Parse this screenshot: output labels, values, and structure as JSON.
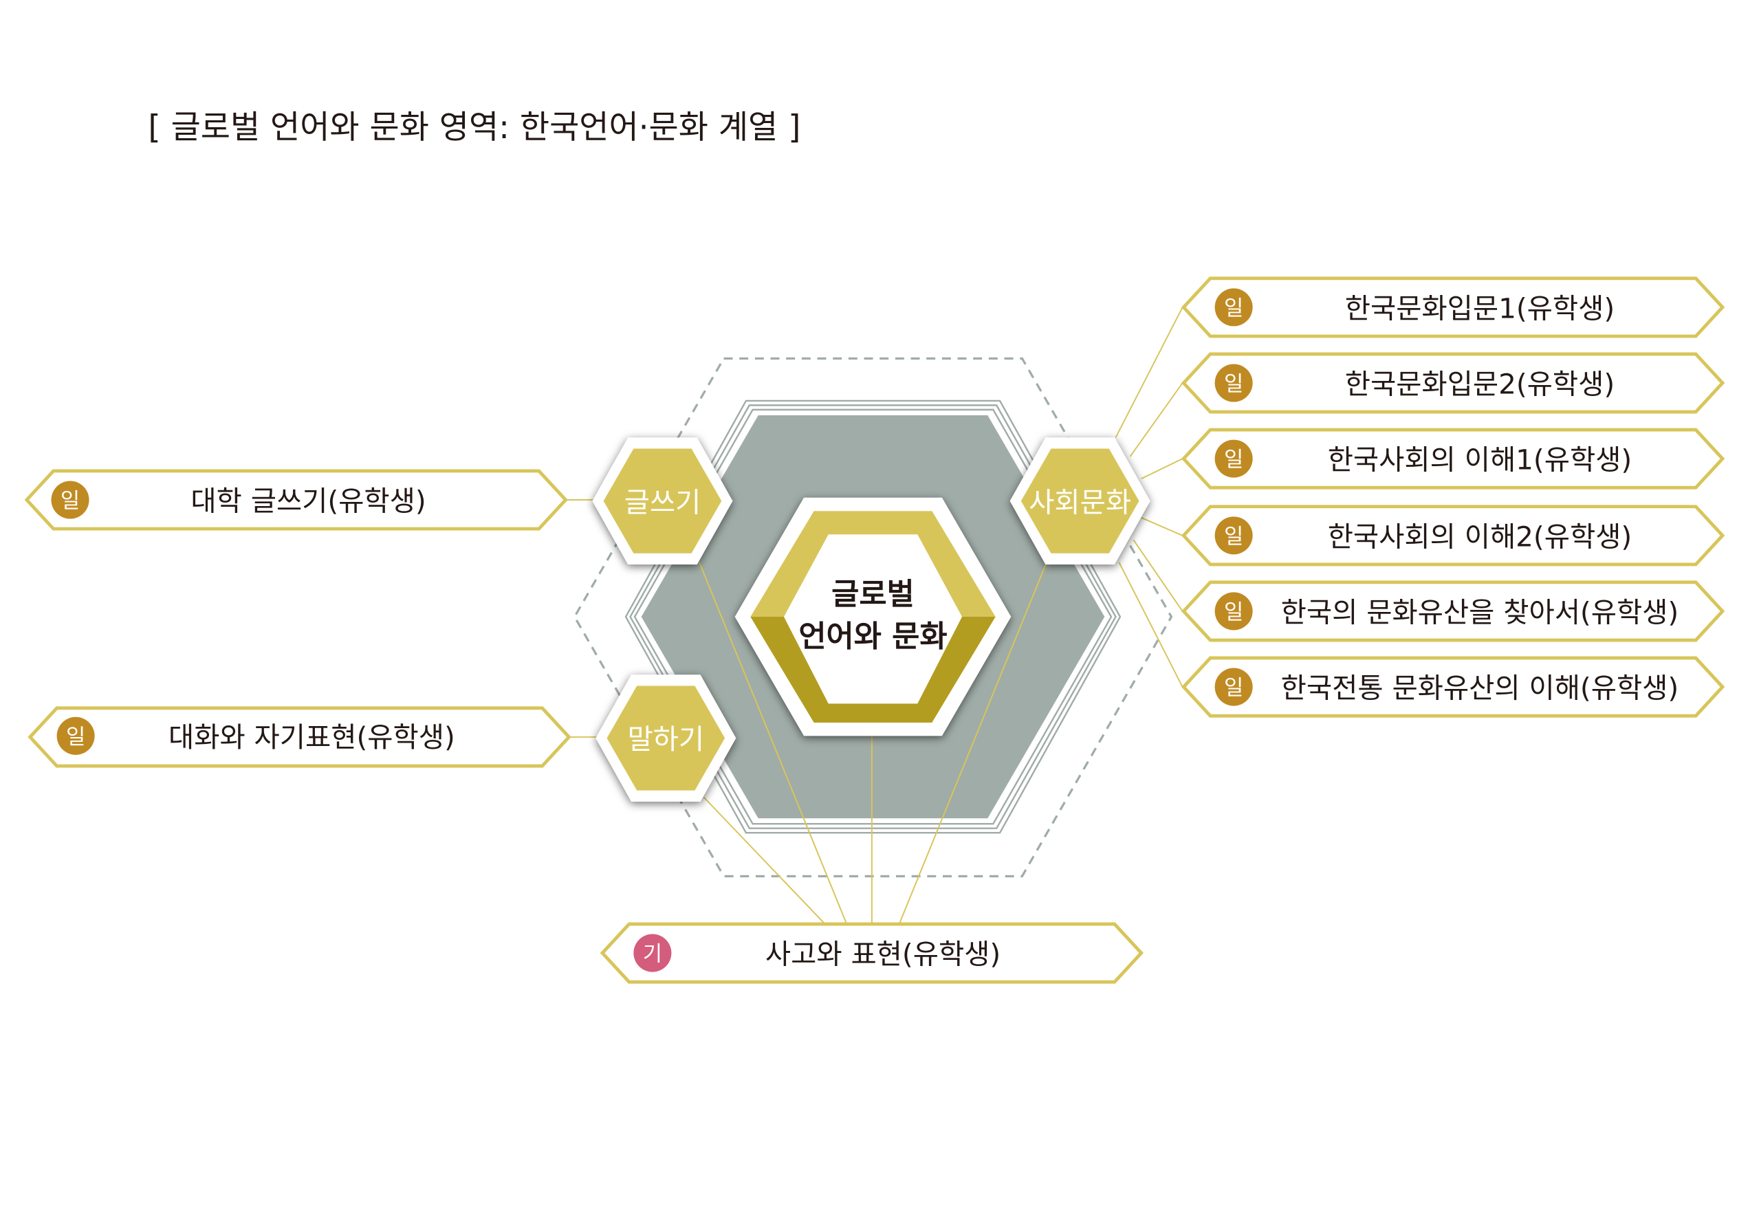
{
  "title": "[ 글로벌 언어와 문화 영역: 한국언어·문화 계열 ]",
  "center": {
    "line1": "글로벌",
    "line2": "언어와 문화"
  },
  "hubs": {
    "writing": "글쓰기",
    "speaking": "말하기",
    "society": "사회문화"
  },
  "badges": {
    "il": "일",
    "gi": "기"
  },
  "colors": {
    "gold": "#d8c55a",
    "dark_gold": "#b39d20",
    "badge_brown": "#c08a22",
    "badge_pink": "#d45c7c",
    "gray": "#a0aca7"
  },
  "left_courses": [
    {
      "badge": "일",
      "label": "대학 글쓰기(유학생)"
    },
    {
      "badge": "일",
      "label": "대화와 자기표현(유학생)"
    }
  ],
  "right_courses": [
    {
      "badge": "일",
      "label": "한국문화입문1(유학생)"
    },
    {
      "badge": "일",
      "label": "한국문화입문2(유학생)"
    },
    {
      "badge": "일",
      "label": "한국사회의 이해1(유학생)"
    },
    {
      "badge": "일",
      "label": "한국사회의 이해2(유학생)"
    },
    {
      "badge": "일",
      "label": "한국의 문화유산을 찾아서(유학생)"
    },
    {
      "badge": "일",
      "label": "한국전통 문화유산의 이해(유학생)"
    }
  ],
  "bottom_course": {
    "badge": "기",
    "label": "사고와 표현(유학생)"
  }
}
